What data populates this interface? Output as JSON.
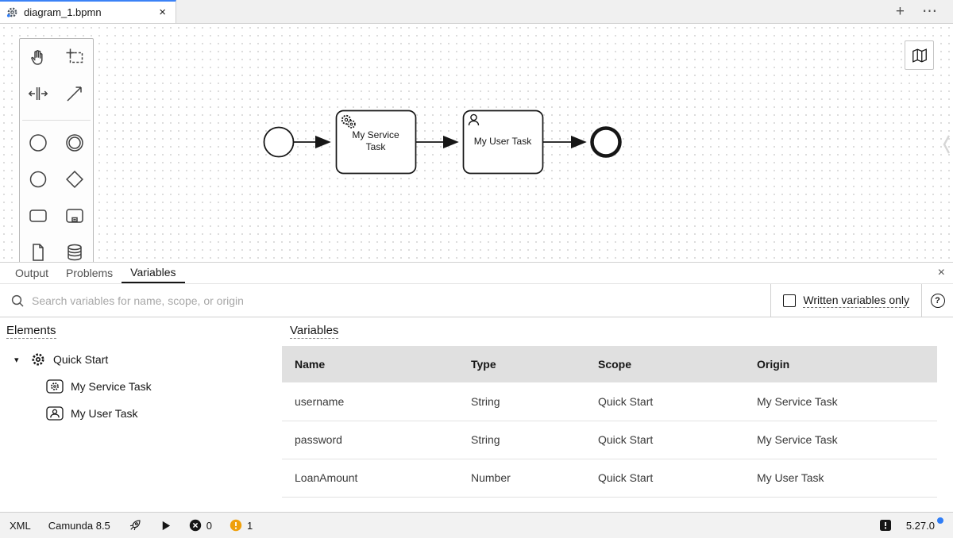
{
  "colors": {
    "accent": "#3b82f6",
    "warning": "#efa00b",
    "tab_bar_bg": "#f0f0f0",
    "status_bar_bg": "#f2f2f2",
    "table_header_bg": "#e0e0e0"
  },
  "tab_bar": {
    "tab_title": "diagram_1.bpmn",
    "close_glyph": "×",
    "new_tab_glyph": "+",
    "menu_glyph": "⋯"
  },
  "canvas": {
    "service_task": {
      "label": "My Service Task",
      "line1": "My Service",
      "line2": "Task"
    },
    "user_task": {
      "label": "My User Task"
    }
  },
  "panel": {
    "tabs": [
      {
        "label": "Output"
      },
      {
        "label": "Problems"
      },
      {
        "label": "Variables"
      }
    ],
    "close_glyph": "×",
    "search": {
      "placeholder": "Search variables for name, scope, or origin",
      "value": ""
    },
    "written_variables_label": "Written variables only",
    "help_glyph": "?",
    "elements": {
      "heading": "Elements",
      "caret_glyph": "▾",
      "root": "Quick Start",
      "children": [
        "My Service Task",
        "My User Task"
      ]
    },
    "variables": {
      "heading": "Variables",
      "columns": [
        "Name",
        "Type",
        "Scope",
        "Origin"
      ],
      "rows": [
        {
          "name": "username",
          "type": "String",
          "scope": "Quick Start",
          "origin": "My Service Task"
        },
        {
          "name": "password",
          "type": "String",
          "scope": "Quick Start",
          "origin": "My Service Task"
        },
        {
          "name": "LoanAmount",
          "type": "Number",
          "scope": "Quick Start",
          "origin": "My User Task"
        }
      ]
    }
  },
  "status_bar": {
    "xml_label": "XML",
    "engine_label": "Camunda 8.5",
    "error_count": "0",
    "warning_count": "1",
    "version": "5.27.0"
  }
}
